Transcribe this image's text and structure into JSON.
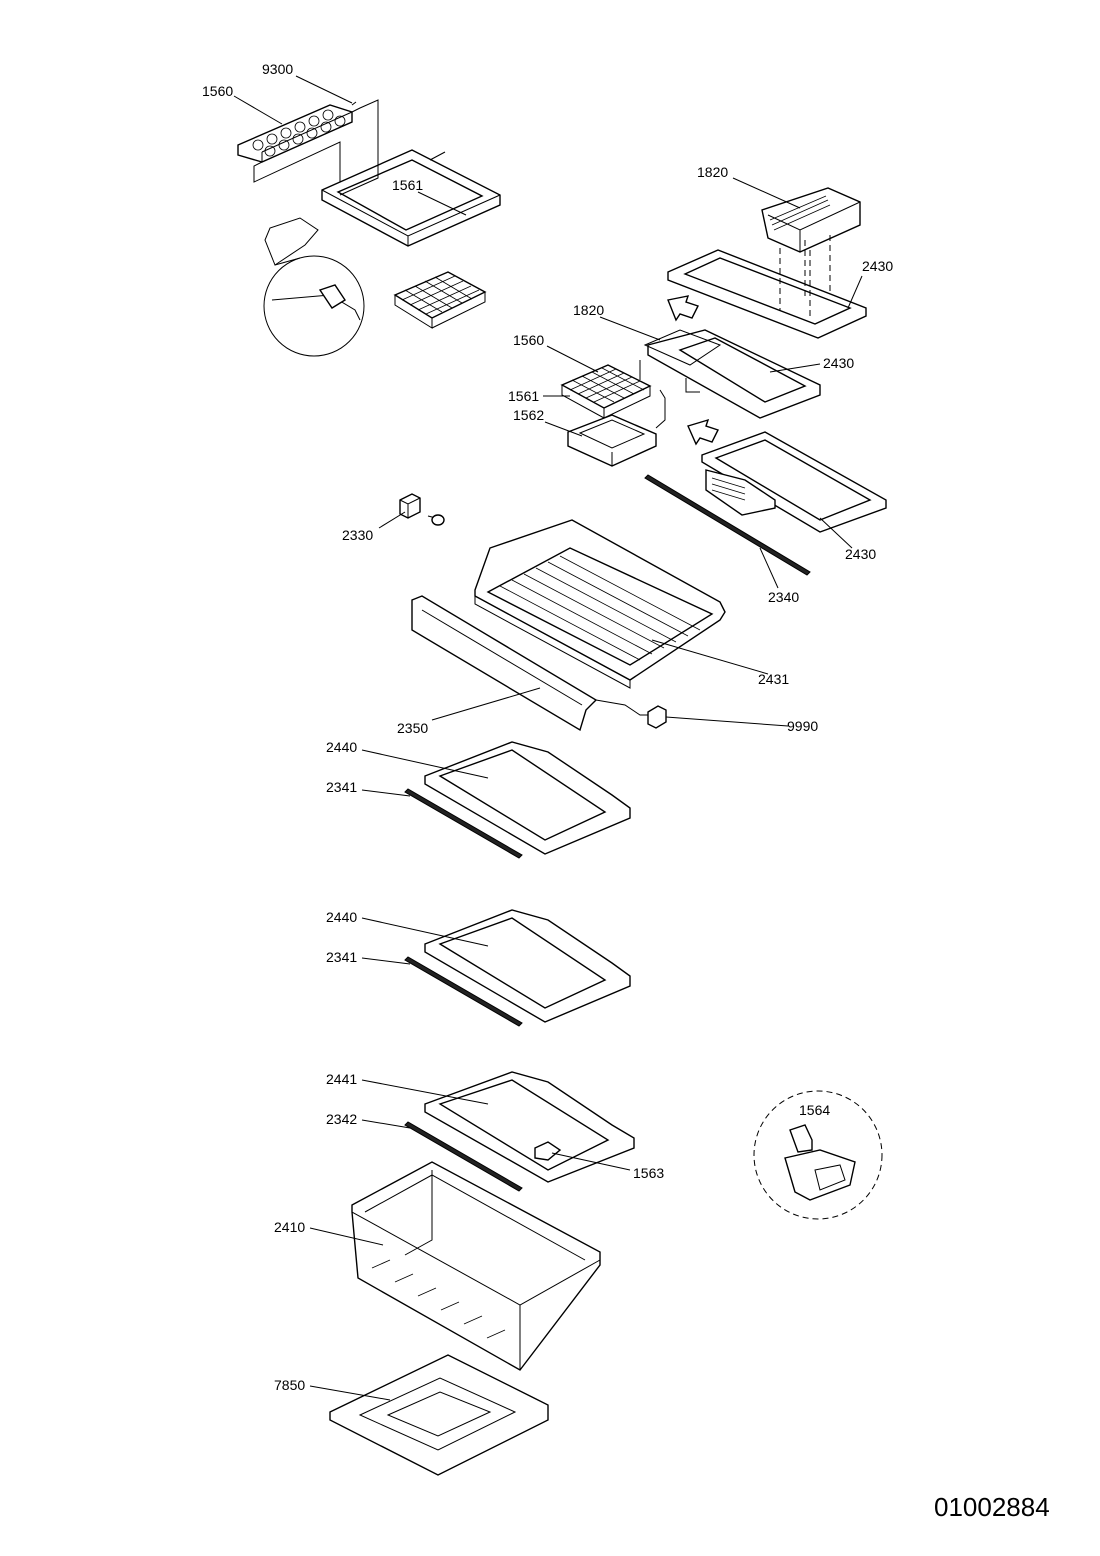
{
  "labels": {
    "p9300": "9300",
    "p1560_top": "1560",
    "p1561_top": "1561",
    "p1820_a": "1820",
    "p2430_a": "2430",
    "p1820_b": "1820",
    "p1560_mid": "1560",
    "p2430_b": "2430",
    "p1561_mid": "1561",
    "p1562": "1562",
    "p2330": "2330",
    "p2430_c": "2430",
    "p2340": "2340",
    "p2431": "2431",
    "p2350": "2350",
    "p9990": "9990",
    "p2440_a": "2440",
    "p2341_a": "2341",
    "p2440_b": "2440",
    "p2341_b": "2341",
    "p2441": "2441",
    "p2342": "2342",
    "p1563": "1563",
    "p1564": "1564",
    "p2410": "2410",
    "p7850": "7850"
  },
  "drawing_number": "01002884"
}
